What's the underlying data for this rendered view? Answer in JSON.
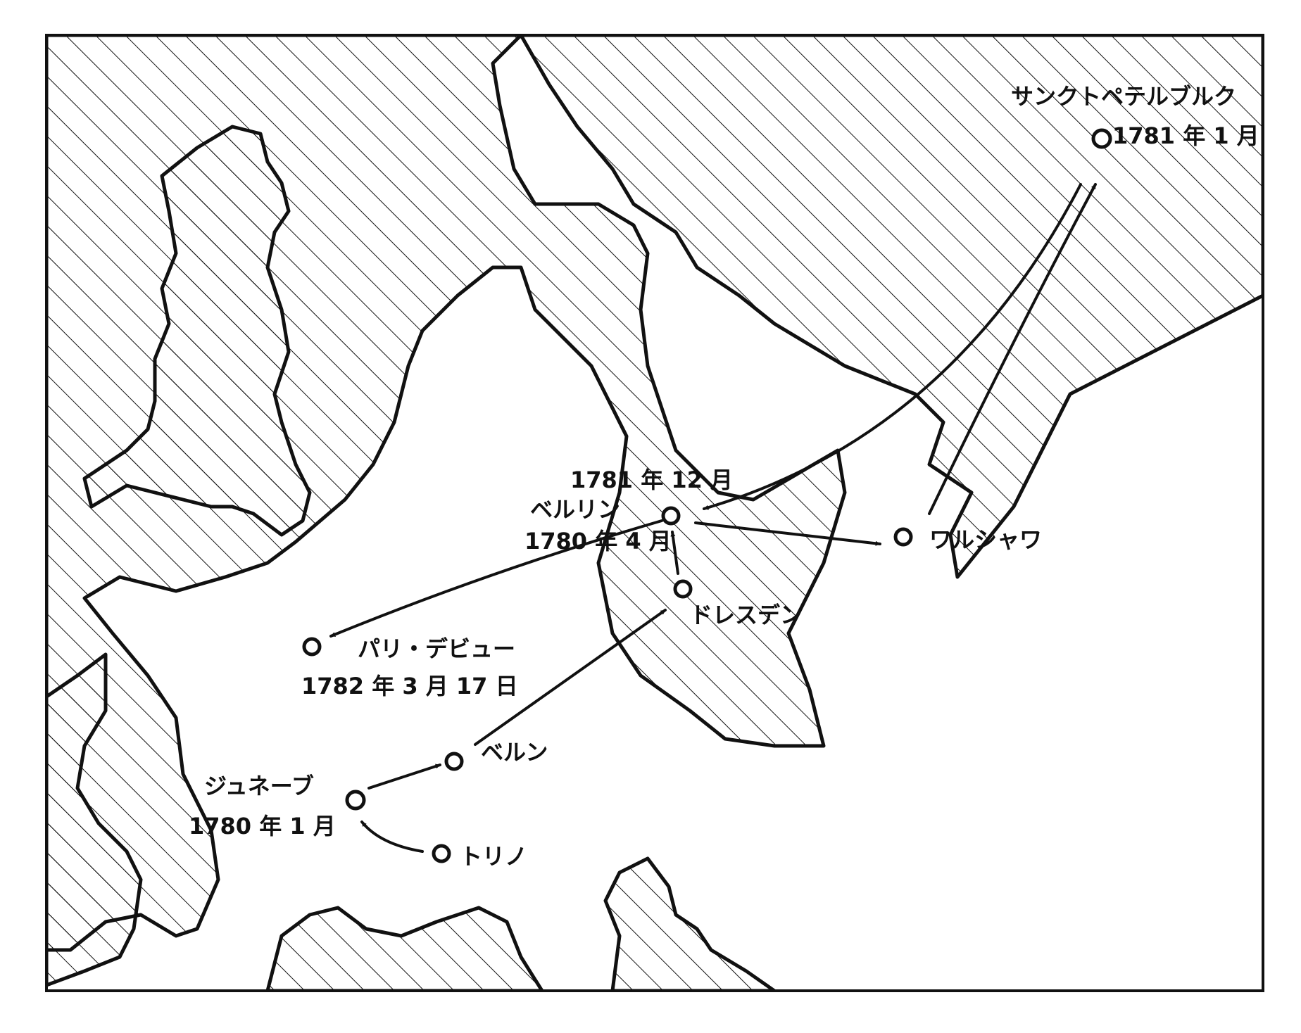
{
  "map": {
    "colors": {
      "ink": "#111111",
      "paper": "#ffffff"
    },
    "cities": {
      "stpetersburg": {
        "name": "サンクトペテルブルク",
        "date": "1781 年 1 月"
      },
      "berlin": {
        "name": "ベルリン",
        "date1": "1781 年 12 月",
        "date2": "1780 年 4 月"
      },
      "warsaw": {
        "name": "ワルシャワ"
      },
      "dresden": {
        "name": "ドレスデン"
      },
      "paris": {
        "name": "パリ・デビュー",
        "date": "1782 年 3 月 17 日"
      },
      "bern": {
        "name": "ベルン"
      },
      "geneva": {
        "name": "ジュネーブ",
        "date": "1780 年 1 月"
      },
      "turin": {
        "name": "トリノ"
      }
    },
    "routes": [
      {
        "from": "トリノ",
        "to": "ジュネーブ"
      },
      {
        "from": "ジュネーブ",
        "to": "ベルン"
      },
      {
        "from": "ベルン",
        "to": "ドレスデン"
      },
      {
        "from": "ドレスデン",
        "to": "ベルリン"
      },
      {
        "from": "ベルリン",
        "to": "ワルシャワ"
      },
      {
        "from": "ワルシャワ",
        "to": "サンクトペテルブルク"
      },
      {
        "from": "サンクトペテルブルク",
        "to": "ベルリン"
      },
      {
        "from": "ベルリン",
        "to": "パリ・デビュー"
      }
    ]
  }
}
